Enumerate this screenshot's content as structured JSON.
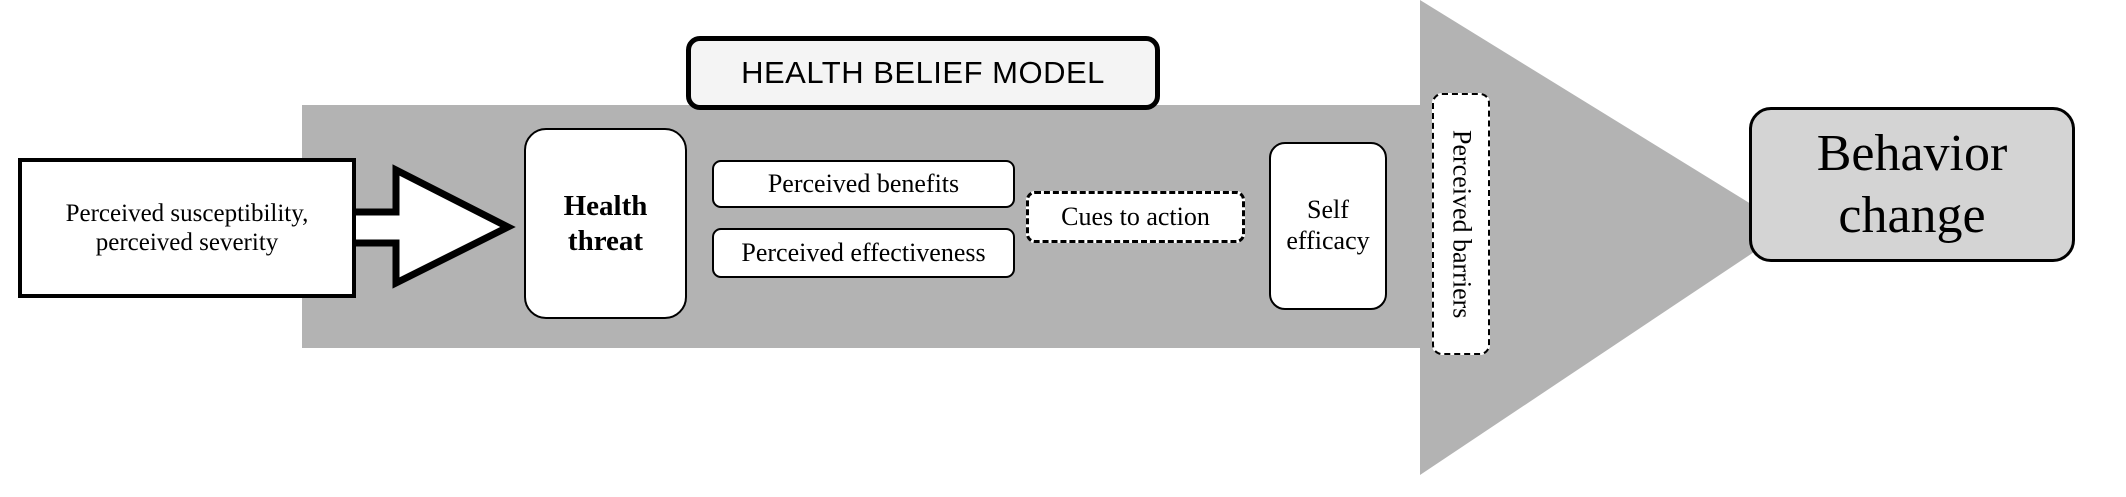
{
  "diagram": {
    "title": "HEALTH BELIEF MODEL",
    "nodes": {
      "antecedents": {
        "line1": "Perceived susceptibility,",
        "line2": "perceived severity"
      },
      "health_threat": {
        "line1": "Health",
        "line2": "threat"
      },
      "perceived_benefits": "Perceived benefits",
      "perceived_effectiveness": "Perceived effectiveness",
      "cues_to_action": "Cues to action",
      "self_efficacy": {
        "line1": "Self",
        "line2": "efficacy"
      },
      "perceived_barriers": "Perceived barriers",
      "behavior_change": {
        "line1": "Behavior",
        "line2": "change"
      }
    },
    "colors": {
      "band_gray": "#b3b3b3",
      "outcome_fill": "#d4d4d4",
      "title_fill": "#f4f4f4",
      "stroke": "#000000",
      "page_background": "#ffffff"
    }
  }
}
